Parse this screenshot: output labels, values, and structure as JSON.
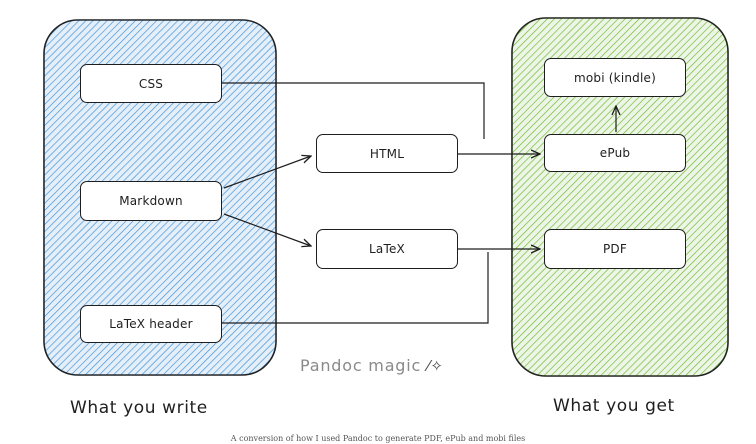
{
  "diagram": {
    "inputs_title": "What you write",
    "outputs_title": "What you get",
    "magic_label": "Pandoc magic",
    "magic_icon": "magic-wand-icon",
    "caption": "A conversion of how I used Pandoc to generate PDF, ePub and mobi files",
    "colors": {
      "input_panel": "#3d8fd6",
      "output_panel": "#6bb82e",
      "stroke": "#1e1e1e"
    },
    "nodes": {
      "css": "CSS",
      "markdown": "Markdown",
      "latex_header": "LaTeX header",
      "html": "HTML",
      "latex": "LaTeX",
      "mobi": "mobi (kindle)",
      "epub": "ePub",
      "pdf": "PDF"
    }
  }
}
